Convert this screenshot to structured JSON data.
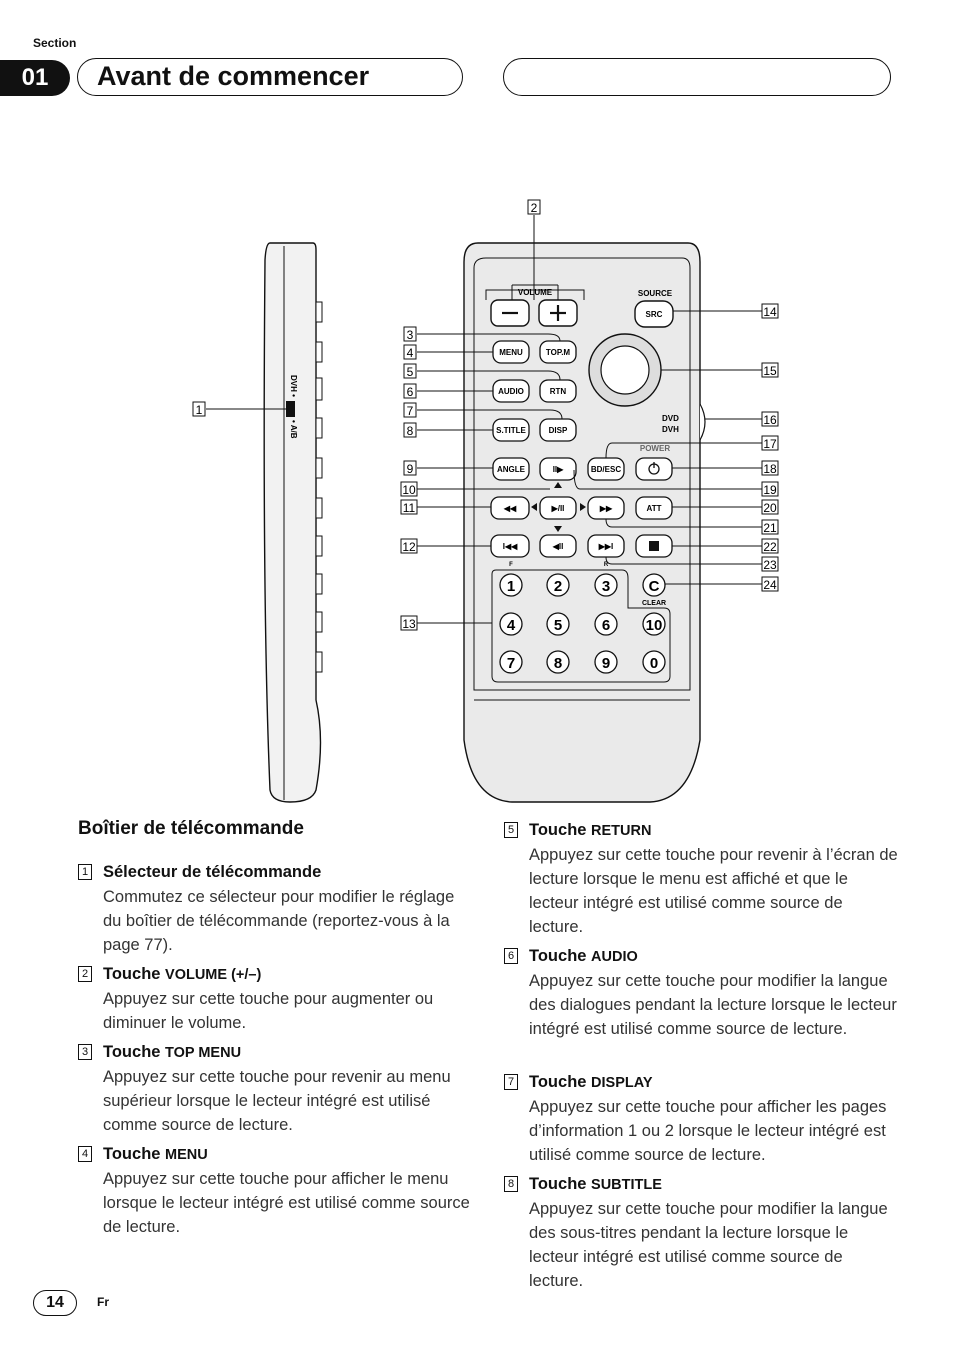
{
  "header": {
    "section_label": "Section",
    "section_number": "01",
    "title": "Avant de commencer"
  },
  "diagram": {
    "callouts": [
      "1",
      "2",
      "3",
      "4",
      "5",
      "6",
      "7",
      "8",
      "9",
      "10",
      "11",
      "12",
      "13",
      "14",
      "15",
      "16",
      "17",
      "18",
      "19",
      "20",
      "21",
      "22",
      "23",
      "24"
    ],
    "side_switch_label_top": "DVH •",
    "side_switch_label_bottom": "• A/B",
    "buttons": {
      "volume": "VOLUME",
      "source": "SOURCE",
      "src": "SRC",
      "menu": "MENU",
      "topm": "TOP.M",
      "audio": "AUDIO",
      "rtn": "RTN",
      "stitle": "S.TITLE",
      "disp": "DISP",
      "angle": "ANGLE",
      "bdesc": "BD/ESC",
      "att": "ATT",
      "power": "POWER",
      "clear": "CLEAR",
      "dvd": "DVD",
      "dvh": "DVH",
      "f": "F",
      "r": "R",
      "c": "C"
    },
    "digits": [
      "1",
      "2",
      "3",
      "4",
      "5",
      "6",
      "10",
      "7",
      "8",
      "9",
      "0"
    ]
  },
  "content": {
    "heading": "Boîtier de télécommande",
    "left_items": [
      {
        "num": "1",
        "title": "Sélecteur de télécommande",
        "title_sc": "",
        "desc": "Commutez ce sélecteur pour modifier le réglage du boîtier de télécommande (reportez-vous à la page 77)."
      },
      {
        "num": "2",
        "title": "Touche ",
        "title_sc": "VOLUME (+/–)",
        "desc": "Appuyez sur cette touche pour augmenter ou diminuer le volume."
      },
      {
        "num": "3",
        "title": "Touche ",
        "title_sc": "TOP MENU",
        "desc": "Appuyez sur cette touche pour revenir au menu supérieur lorsque le lecteur intégré est utilisé comme source de lecture."
      },
      {
        "num": "4",
        "title": "Touche ",
        "title_sc": "MENU",
        "desc": "Appuyez sur cette touche pour afficher le menu lorsque le lecteur intégré est utilisé comme source de lecture."
      }
    ],
    "right_items": [
      {
        "num": "5",
        "title": "Touche ",
        "title_sc": "RETURN",
        "desc": "Appuyez sur cette touche pour revenir à l’écran de lecture lorsque le menu est affiché et que le lecteur intégré est utilisé comme source de lecture."
      },
      {
        "num": "6",
        "title": "Touche ",
        "title_sc": "AUDIO",
        "desc": "Appuyez sur cette touche pour modifier la langue des dialogues pendant la lecture lorsque le lecteur intégré est utilisé comme source de lecture."
      },
      {
        "num": "7",
        "title": "Touche ",
        "title_sc": "DISPLAY",
        "desc": "Appuyez sur cette touche pour afficher les pages d’information 1 ou 2 lorsque le lecteur intégré est utilisé comme source de lecture."
      },
      {
        "num": "8",
        "title": "Touche ",
        "title_sc": "SUBTITLE",
        "desc": "Appuyez sur cette touche pour modifier la langue des sous-titres pendant la lecture lorsque le lecteur intégré est utilisé comme source de lecture."
      }
    ]
  },
  "footer": {
    "page_number": "14",
    "language": "Fr"
  }
}
